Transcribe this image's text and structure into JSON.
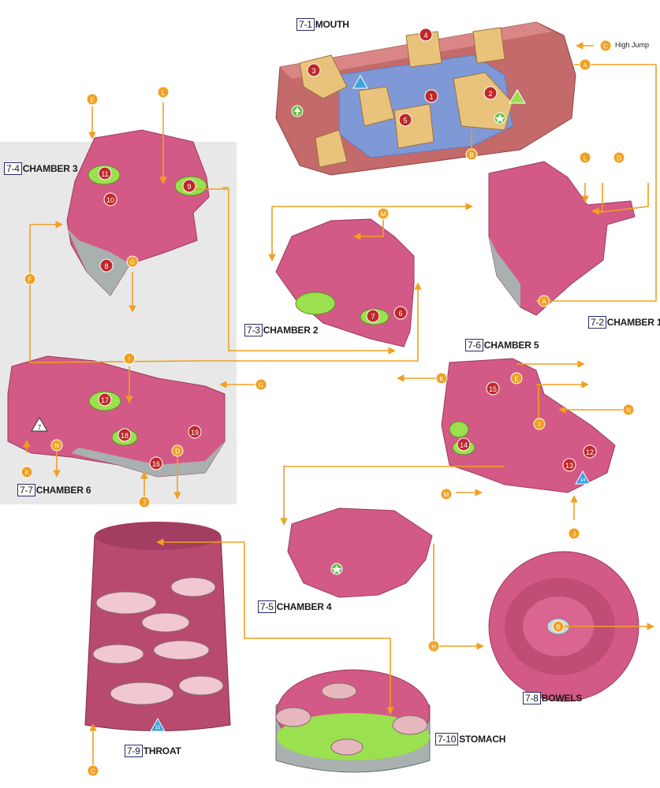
{
  "rooms": [
    {
      "id": "7-1",
      "name": "MOUTH"
    },
    {
      "id": "7-2",
      "name": "CHAMBER 1"
    },
    {
      "id": "7-3",
      "name": "CHAMBER 2"
    },
    {
      "id": "7-4",
      "name": "CHAMBER 3"
    },
    {
      "id": "7-5",
      "name": "CHAMBER 4"
    },
    {
      "id": "7-6",
      "name": "CHAMBER 5"
    },
    {
      "id": "7-7",
      "name": "CHAMBER 6"
    },
    {
      "id": "7-8",
      "name": "BOWELS"
    },
    {
      "id": "7-9",
      "name": "THROAT"
    },
    {
      "id": "7-10",
      "name": "STOMACH"
    }
  ],
  "annotations": {
    "high_jump": "High Jump"
  },
  "item_markers": [
    "1",
    "2",
    "3",
    "4",
    "5",
    "6",
    "7",
    "8",
    "9",
    "10",
    "11",
    "12",
    "13",
    "14",
    "15",
    "16",
    "17",
    "18",
    "19"
  ],
  "link_markers": [
    "A",
    "B",
    "C",
    "D",
    "E",
    "F",
    "G",
    "H",
    "I",
    "J",
    "K",
    "L",
    "M",
    "N"
  ],
  "save_markers": [
    "14",
    "15"
  ],
  "other_markers": [
    "7"
  ],
  "colors": {
    "flesh": "#d35a86",
    "flesh_light": "#e07aa0",
    "flesh_dark": "#9a3a5e",
    "cut": "#a9b0b0",
    "water": "#7f99d6",
    "arrow": "#f0a020",
    "marker_red": "#c0282a",
    "green": "#9be04e",
    "tooth": "#e9c27c"
  }
}
